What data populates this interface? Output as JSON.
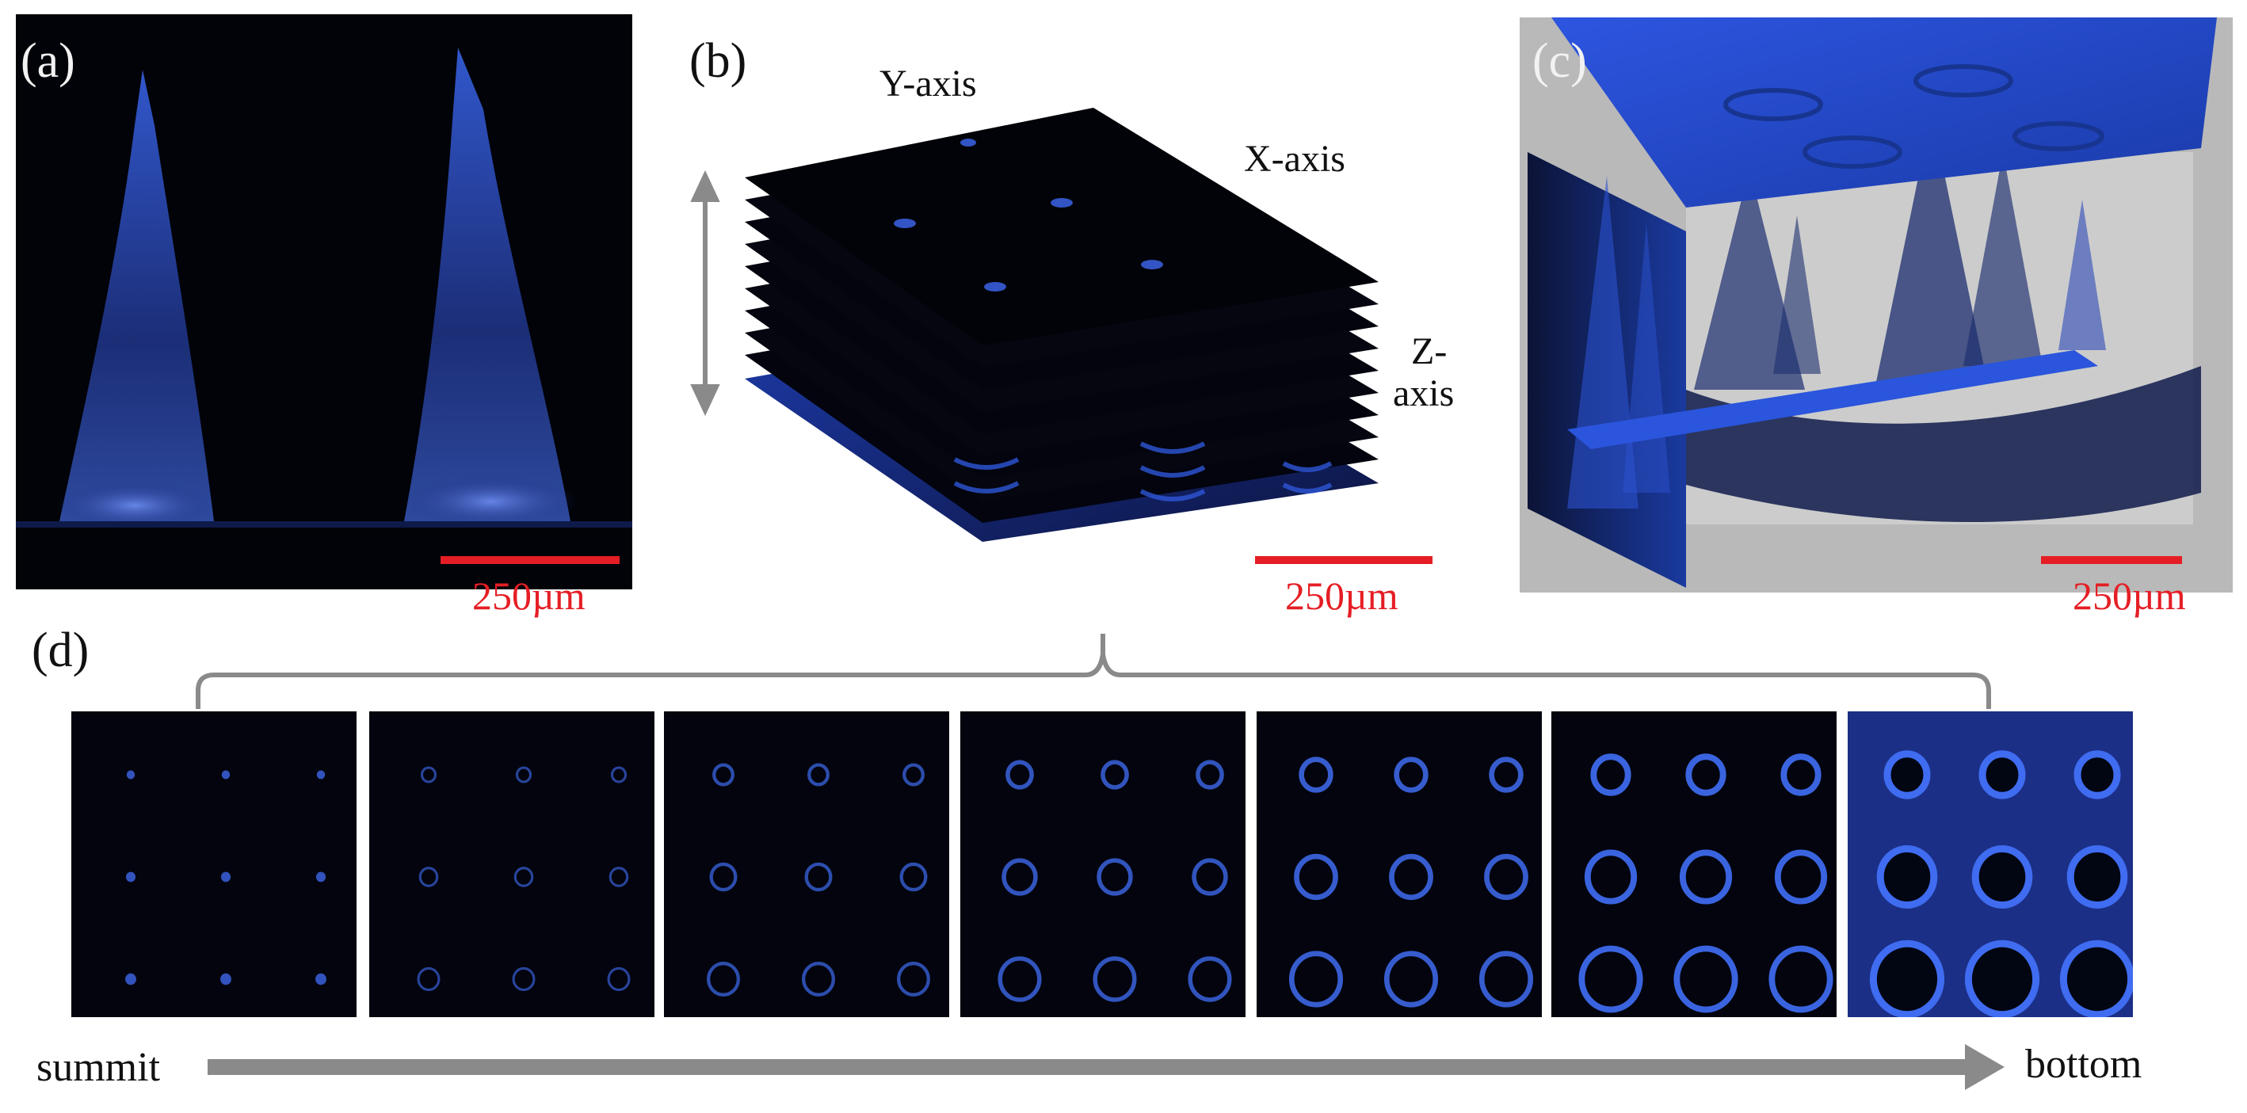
{
  "panels": {
    "a": {
      "label": "(a)",
      "scale": "250µm"
    },
    "b": {
      "label": "(b)",
      "scale": "250µm",
      "y_axis": "Y-axis",
      "x_axis": "X-axis",
      "z_axis_line1": "Z-",
      "z_axis_line2": "axis"
    },
    "c": {
      "label": "(c)",
      "scale": "250µm"
    },
    "d": {
      "label": "(d)",
      "start": "summit",
      "end": "bottom",
      "slice_count": 7
    }
  },
  "colors": {
    "scale": "#e51e25",
    "fluorescence": "#2f5fe6",
    "background_dark": "#03040e",
    "arrow": "#8a8a8a"
  }
}
